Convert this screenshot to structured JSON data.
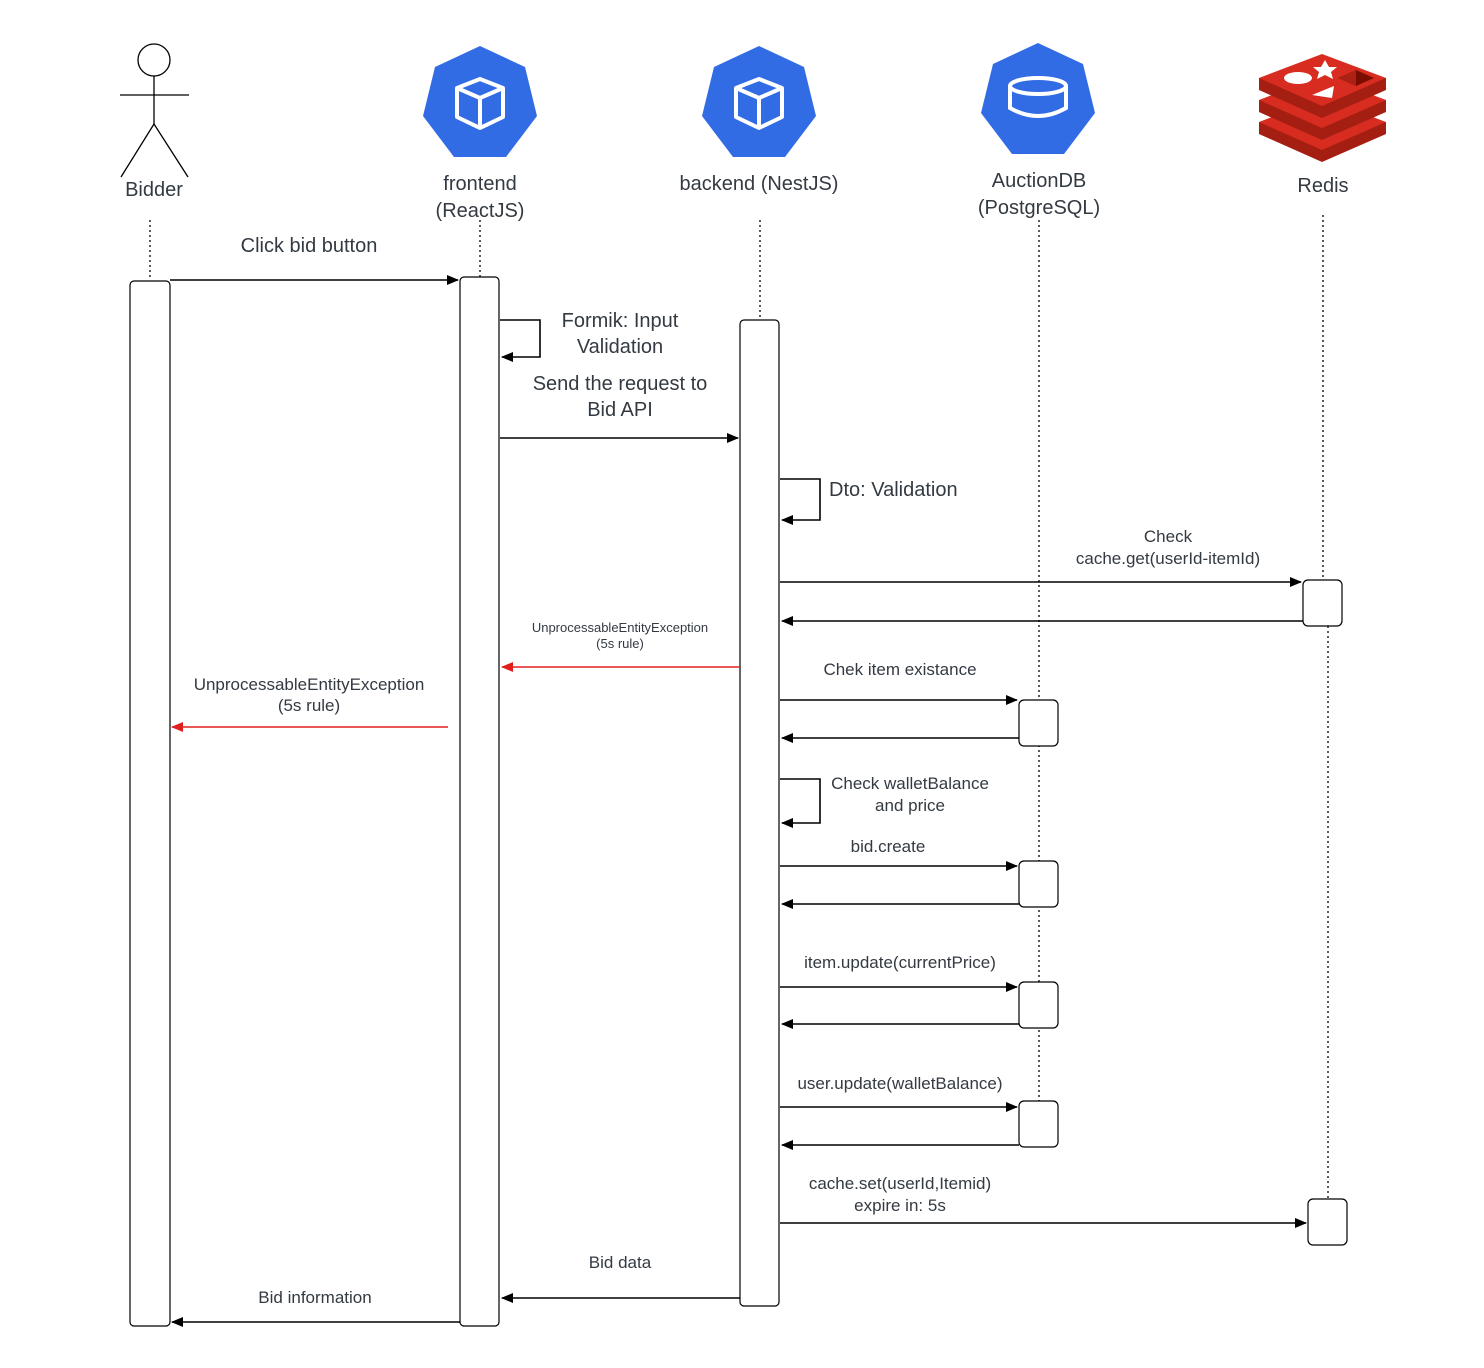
{
  "participants": {
    "bidder": "Bidder",
    "frontend_1": "frontend",
    "frontend_2": "(ReactJS)",
    "backend": "backend (NestJS)",
    "db_1": "AuctionDB",
    "db_2": "(PostgreSQL)",
    "redis": "Redis"
  },
  "icons": {
    "bidder": "actor-stick-figure-icon",
    "frontend": "kubernetes-pod-cube-icon",
    "backend": "kubernetes-pod-cube-icon",
    "db": "kubernetes-database-icon",
    "redis": "redis-logo-icon"
  },
  "messages": {
    "click_bid": "Click bid button",
    "formik_1": "Formik: Input",
    "formik_2": "Validation",
    "send_req_1": "Send the request to",
    "send_req_2": "Bid API",
    "dto": "Dto: Validation",
    "check_1": "Check",
    "check_2": "cache.get(userId-itemId)",
    "exc_back_1": "UnprocessableEntityException",
    "exc_back_2": "(5s rule)",
    "exc_front_1": "UnprocessableEntityException",
    "exc_front_2": "(5s rule)",
    "chek_item": "Chek item existance",
    "wallet_1": "Check walletBalance",
    "wallet_2": "and price",
    "bid_create": "bid.create",
    "item_update": "item.update(currentPrice)",
    "user_update": "user.update(walletBalance)",
    "cache_set_1": "cache.set(userId,Itemid)",
    "cache_set_2": "expire in: 5s",
    "bid_data": "Bid data",
    "bid_info": "Bid information"
  },
  "colors": {
    "kube_blue": "#326ce5",
    "redis_red": "#d82c20",
    "error_red": "#e0201f",
    "line": "#000000",
    "text": "#333a42"
  }
}
